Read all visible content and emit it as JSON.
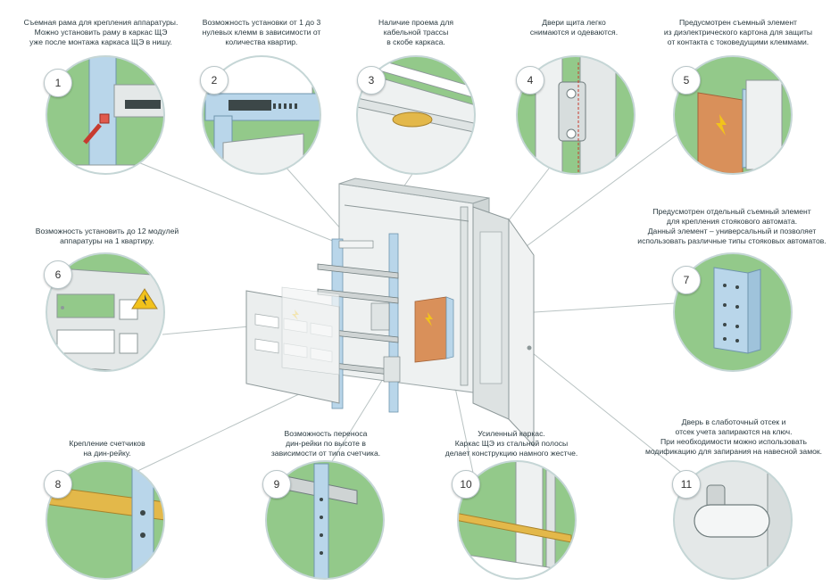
{
  "colors": {
    "circle_fill": "#93c98a",
    "circle_stroke": "#c5d6d6",
    "metal": "#e4e8e8",
    "rail_blue": "#b9d6ea",
    "cardboard": "#d9905a",
    "din_yellow": "#e3b84a",
    "warning": "#f2c21b",
    "leader": "#b9c3c3"
  },
  "callouts": [
    {
      "num": "1",
      "caption": "Съемная рама для крепления аппаратуры.\nМожно установить раму в каркас ЩЭ\nуже после монтажа каркаса ЩЭ в нишу."
    },
    {
      "num": "2",
      "caption": "Возможность установки от 1 до 3\nнулевых клемм в зависимости от\nколичества квартир."
    },
    {
      "num": "3",
      "caption": "Наличие проема для\nкабельной трассы\nв скобе каркаса."
    },
    {
      "num": "4",
      "caption": "Двери щита легко\nснимаются и одеваются."
    },
    {
      "num": "5",
      "caption": "Предусмотрен съемный элемент\nиз диэлектрического картона для защиты\nот контакта с токоведущими клеммами."
    },
    {
      "num": "6",
      "caption": "Возможность установить до 12 модулей\nаппаратуры на  1 квартиру."
    },
    {
      "num": "7",
      "caption": "Предусмотрен отдельный съемный элемент\nдля крепления стоякового автомата.\nДанный элемент – универсальный и позволяет\nиспользовать различные типы стояковых автоматов."
    },
    {
      "num": "8",
      "caption": "Крепление счетчиков\nна дин-рейку."
    },
    {
      "num": "9",
      "caption": "Возможность переноса\nдин-рейки по высоте в\nзависимости от типа счетчика."
    },
    {
      "num": "10",
      "caption": "Усиленный каркас.\nКаркас ЩЭ из стальной полосы\nделает конструкцию намного жестче."
    },
    {
      "num": "11",
      "caption": "Дверь в слаботочный отсек и\nотсек учета запираются на ключ.\nПри необходимости можно использовать\nмодификацию для запирания на навесной замок."
    }
  ]
}
